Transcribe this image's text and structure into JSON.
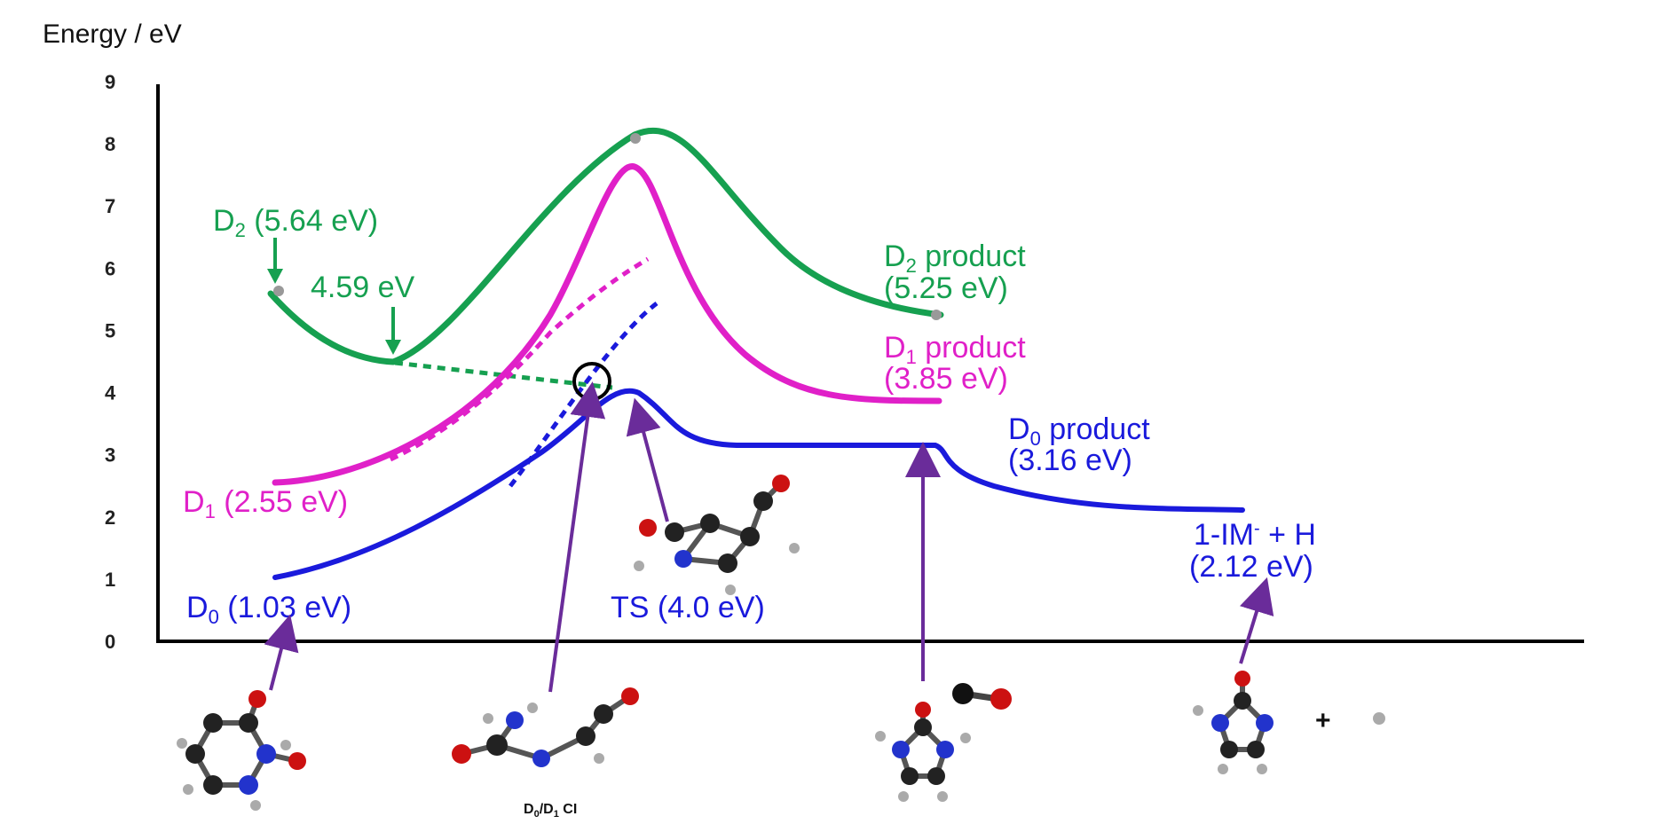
{
  "chart_data": {
    "type": "line",
    "ylabel": "Energy / eV",
    "ylim": [
      0,
      9
    ],
    "yticks": [
      "0",
      "1",
      "2",
      "3",
      "4",
      "5",
      "6",
      "7",
      "8",
      "9"
    ],
    "series": [
      {
        "key": "D0",
        "color": "#1a1adc"
      },
      {
        "key": "D1",
        "color": "#e020c8"
      },
      {
        "key": "D2",
        "color": "#16a050"
      }
    ],
    "annotations": {
      "d2_start": {
        "sub": "D",
        "idx": "2",
        "rest": " (5.64 eV)",
        "value": 5.64
      },
      "d2_min": {
        "text": "4.59 eV",
        "value": 4.59
      },
      "d2_product": {
        "line1_pre": "D",
        "line1_idx": "2",
        "line1_rest": " product",
        "line2": "(5.25 eV)",
        "value": 5.25
      },
      "d1_start": {
        "sub": "D",
        "idx": "1",
        "rest": " (2.55 eV)",
        "value": 2.55
      },
      "d1_product": {
        "line1_pre": "D",
        "line1_idx": "1",
        "line1_rest": " product",
        "line2": "(3.85 eV)",
        "value": 3.85
      },
      "d0_start": {
        "sub": "D",
        "idx": "0",
        "rest": " (1.03 eV)",
        "value": 1.03
      },
      "d0_product": {
        "line1_pre": "D",
        "line1_idx": "0",
        "line1_rest": " product",
        "line2": "(3.16 eV)",
        "value": 3.16
      },
      "ts": {
        "text": "TS (4.0 eV)",
        "value": 4.0
      },
      "dissoc": {
        "line1_pre": "1-IM",
        "line1_sup": "-",
        "line1_rest": " + H",
        "line2": "(2.12 eV)",
        "value": 2.12
      },
      "ci": {
        "pre": "D",
        "idx0": "0",
        "mid": "/D",
        "idx1": "1",
        "rest": " CI"
      },
      "plus": "+"
    }
  }
}
